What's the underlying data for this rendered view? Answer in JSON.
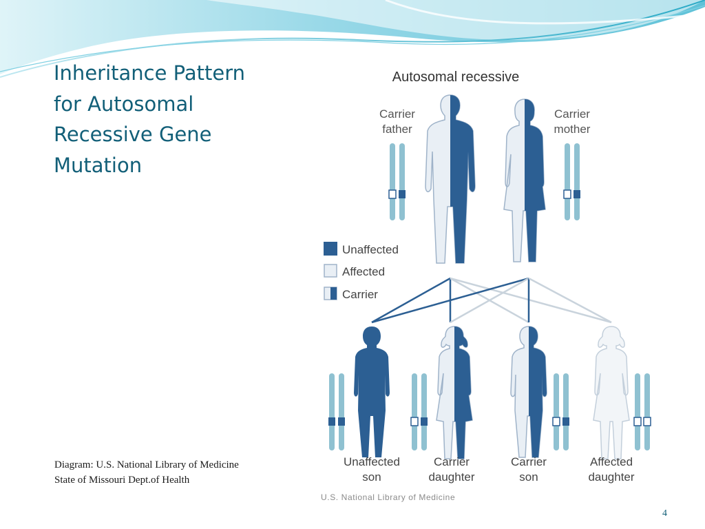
{
  "slide": {
    "title_lines": [
      "Inheritance Pattern",
      "for Autosomal",
      "Recessive Gene",
      "Mutation"
    ],
    "caption_line1": "Diagram: U.S. National Library of Medicine",
    "caption_line2": "State of Missouri Dept.of Health",
    "page_number": "4"
  },
  "diagram": {
    "title": "Autosomal recessive",
    "father_label": [
      "Carrier",
      "father"
    ],
    "mother_label": [
      "Carrier",
      "mother"
    ],
    "legend": [
      {
        "label": "Unaffected",
        "style": "solid"
      },
      {
        "label": "Affected",
        "style": "open"
      },
      {
        "label": "Carrier",
        "style": "half"
      }
    ],
    "children": [
      {
        "label": [
          "Unaffected",
          "son"
        ],
        "status": "unaffected"
      },
      {
        "label": [
          "Carrier",
          "daughter"
        ],
        "status": "carrier"
      },
      {
        "label": [
          "Carrier",
          "son"
        ],
        "status": "carrier"
      },
      {
        "label": [
          "Affected",
          "daughter"
        ],
        "status": "affected"
      }
    ],
    "credit": "U.S. National Library of Medicine"
  },
  "colors": {
    "title": "#125f78",
    "dark_blue": "#2c5f93",
    "light_fill": "#e9eff5",
    "outline": "#9fb3c9",
    "chromosome": "#8fc1d1",
    "wave_light": "#aee3ef",
    "wave_dark": "#2aaac6"
  }
}
